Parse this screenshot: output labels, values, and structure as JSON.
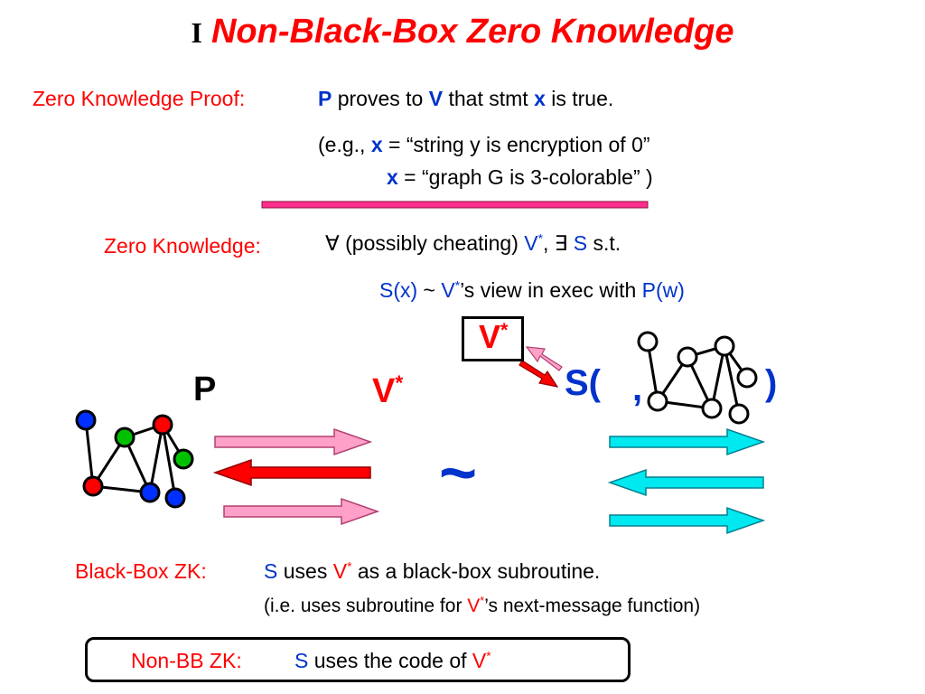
{
  "title": {
    "numeral": "I",
    "text": "Non-Black-Box Zero Knowledge"
  },
  "zkp": {
    "label": "Zero Knowledge Proof:",
    "P": "P",
    "t1": " proves to ",
    "V": "V",
    "t2": " that stmt ",
    "x": "x",
    "t3": " is true.",
    "eg_open": "(e.g., ",
    "eg_x1": "x",
    "eg_1": " = “string y is encryption of 0”",
    "eg_x2": "x",
    "eg_2": " = “graph G is 3-colorable” )"
  },
  "zk": {
    "label": "Zero Knowledge:",
    "forall": "∀",
    "possibly": " (possibly cheating) ",
    "V": "V",
    "star": "*",
    "comma": ", ",
    "exists": "∃",
    "S": " S",
    "st": " s.t.",
    "Sx": "S(x)",
    "sim": " ~ ",
    "V2": "V",
    "star2": "*",
    "view": "’s view in exec with ",
    "Pw": "P(w)"
  },
  "diagram": {
    "P": "P",
    "Vstar": "V",
    "star": "*",
    "tilde": "~",
    "boxV": "V",
    "boxStar": "*",
    "S_open": "S(",
    "S_comma": ",",
    "S_close": ")"
  },
  "bbzk": {
    "label": "Black-Box ZK:",
    "S": "S",
    "uses": " uses ",
    "V": "V",
    "star": "*",
    "rest": " as a black-box subroutine.",
    "ie": "(i.e. uses subroutine for  ",
    "V2": "V",
    "star2": "*",
    "ie_rest": "’s next-message function)"
  },
  "nonbb": {
    "label": "Non-BB ZK:",
    "S": "S",
    "uses": " uses the code of ",
    "V": "V",
    "star": "*"
  },
  "colors": {
    "red": "#ff0000",
    "blue": "#0033cc",
    "pink_arrow": "#ffa0c8",
    "cyan_arrow": "#00e8f0",
    "divider": "#ff2e8a"
  }
}
